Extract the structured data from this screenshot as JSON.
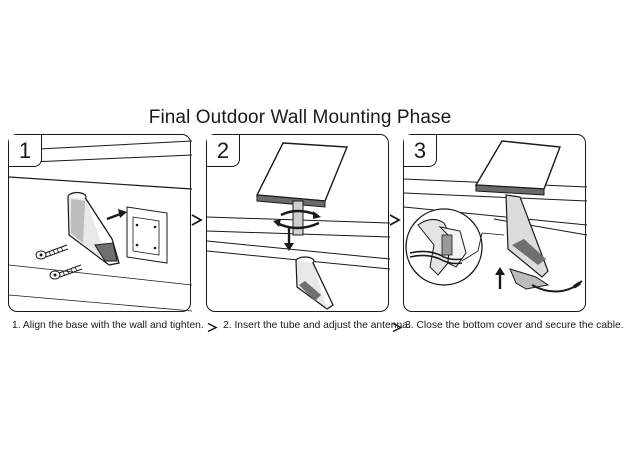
{
  "title": "Final Outdoor Wall Mounting Phase",
  "steps": [
    {
      "number": "1",
      "caption": "1. Align the base with the wall and tighten."
    },
    {
      "number": "2",
      "caption": "2. Insert the tube and adjust the antenna."
    },
    {
      "number": "3",
      "caption": "3. Close the bottom cover and secure the cable."
    }
  ],
  "icons": {
    "step_arrow": "right-arrow-icon",
    "rotate": "rotate-arrows-icon",
    "insert": "down-arrow-icon",
    "close_cover": "up-arrow-icon"
  },
  "colors": {
    "line": "#1a1a1a",
    "shade": "#8a8a8a",
    "light_shade": "#d0d0d0",
    "background": "#ffffff"
  }
}
